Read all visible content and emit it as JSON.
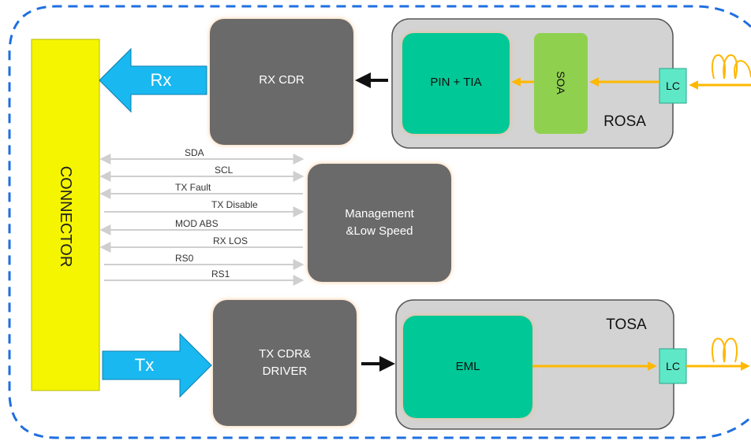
{
  "blocks": {
    "connector": "CONNECTOR",
    "rx_arrow": "Rx",
    "tx_arrow": "Tx",
    "rx_cdr": "RX CDR",
    "management_line1": "Management",
    "management_line2": "&Low Speed",
    "tx_cdr_line1": "TX CDR&",
    "tx_cdr_line2": "DRIVER",
    "rosa": "ROSA",
    "pin_tia": "PIN  + TIA",
    "soa": "SOA",
    "lc_rx": "LC",
    "tosa": "TOSA",
    "eml": "EML",
    "lc_tx": "LC"
  },
  "signals": [
    "SDA",
    "SCL",
    "TX Fault",
    "TX Disable",
    "MOD ABS",
    "RX LOS",
    "RS0",
    "RS1"
  ],
  "colors": {
    "border_dash": "#1f6fe0",
    "connector": "#f5f500",
    "block_dark": "#6b6b6b",
    "package": "#d3d3d3",
    "green": "#00c896",
    "soa_green": "#8fd14f",
    "lc": "#5fe8c8",
    "fiber": "#ffb800",
    "data_arrow": "#19b8f0",
    "signal_line": "#cfcfcf"
  }
}
